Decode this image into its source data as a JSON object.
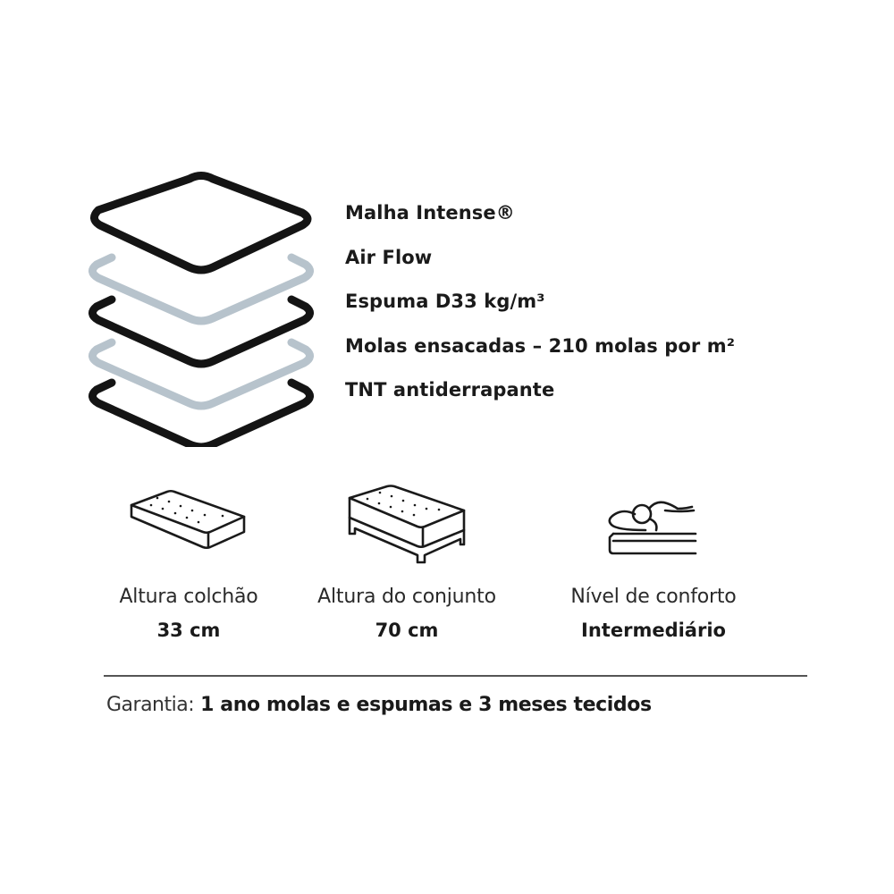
{
  "colors": {
    "dark_layer": "#141414",
    "light_layer": "#b7c3cc",
    "text": "#1a1a1a",
    "divider": "#555555"
  },
  "layers": {
    "icon": "mattress-layers-icon",
    "items": [
      {
        "label": "Malha Intense®"
      },
      {
        "label": "Air Flow"
      },
      {
        "label": "Espuma D33 kg/m³"
      },
      {
        "label": "Molas ensacadas – 210 molas por m²"
      },
      {
        "label": "TNT antiderrapante"
      }
    ]
  },
  "specs": [
    {
      "icon": "mattress-icon",
      "label": "Altura colchão",
      "value": "33 cm"
    },
    {
      "icon": "mattress-with-base-icon",
      "label": "Altura do conjunto",
      "value": "70 cm"
    },
    {
      "icon": "person-sleeping-icon",
      "label": "Nível de conforto",
      "value": "Intermediário"
    }
  ],
  "warranty": {
    "label": "Garantia:",
    "value": "1 ano molas e espumas e 3 meses tecidos"
  }
}
